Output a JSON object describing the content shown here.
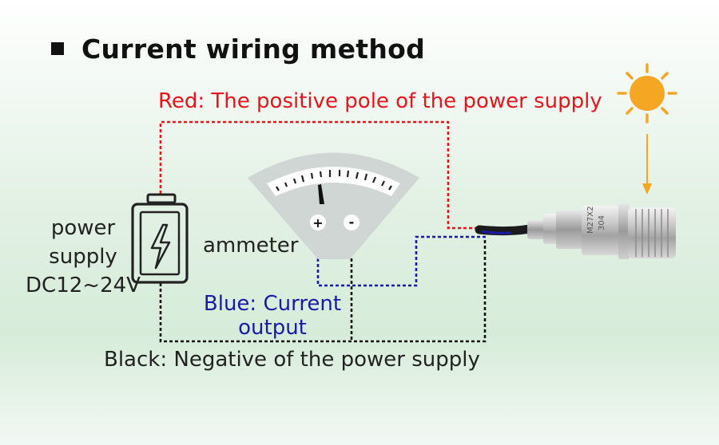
{
  "title": "Current wiring method",
  "labels": {
    "red_wire": "Red: The positive pole of the power supply",
    "power_supply": [
      "power",
      "supply",
      "DC12~24V"
    ],
    "ammeter": "ammeter",
    "blue_wire": [
      "Blue: Current",
      "output"
    ],
    "black_wire": "Black: Negative of the power supply"
  },
  "ammeter": {
    "plus": "+",
    "minus": "-"
  },
  "sensor_marking": [
    "M27X2",
    "304"
  ],
  "colors": {
    "red_wire": "#e8141b",
    "blue_wire": "#1a1aa8",
    "black_wire": "#111111",
    "sun": "#f5a623",
    "battery": "#222222"
  },
  "icons": [
    "battery-icon",
    "lightning-icon",
    "ammeter-icon",
    "sun-icon",
    "pressure-sensor-icon"
  ]
}
